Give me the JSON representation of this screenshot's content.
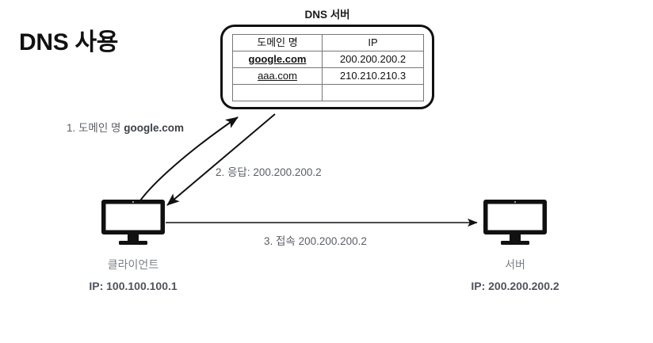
{
  "title": "DNS 사용",
  "dns_server": {
    "heading": "DNS 서버",
    "table": {
      "columns": [
        "도메인 명",
        "IP"
      ],
      "rows": [
        {
          "domain": "google.com",
          "ip": "200.200.200.2",
          "emphasis": "bold-underline"
        },
        {
          "domain": "aaa.com",
          "ip": "210.210.210.3",
          "emphasis": "underline"
        },
        {
          "domain": "",
          "ip": "",
          "emphasis": "none"
        }
      ]
    }
  },
  "flow": {
    "step1_prefix": "1. 도메인 명 ",
    "step1_value": "google.com",
    "step2": "2. 응답: 200.200.200.2",
    "step3": "3. 접속 200.200.200.2"
  },
  "client": {
    "name": "클라이언트",
    "ip": "IP: 100.100.100.1",
    "icon": "desktop-monitor-icon"
  },
  "server": {
    "name": "서버",
    "ip": "IP: 200.200.200.2",
    "icon": "desktop-monitor-icon"
  },
  "colors": {
    "background": "#ffffff",
    "ink": "#111111",
    "label_gray": "#5a5f66",
    "node_name_gray": "#7b8087",
    "node_ip_gray": "#4e545b",
    "table_rule": "#777777"
  }
}
